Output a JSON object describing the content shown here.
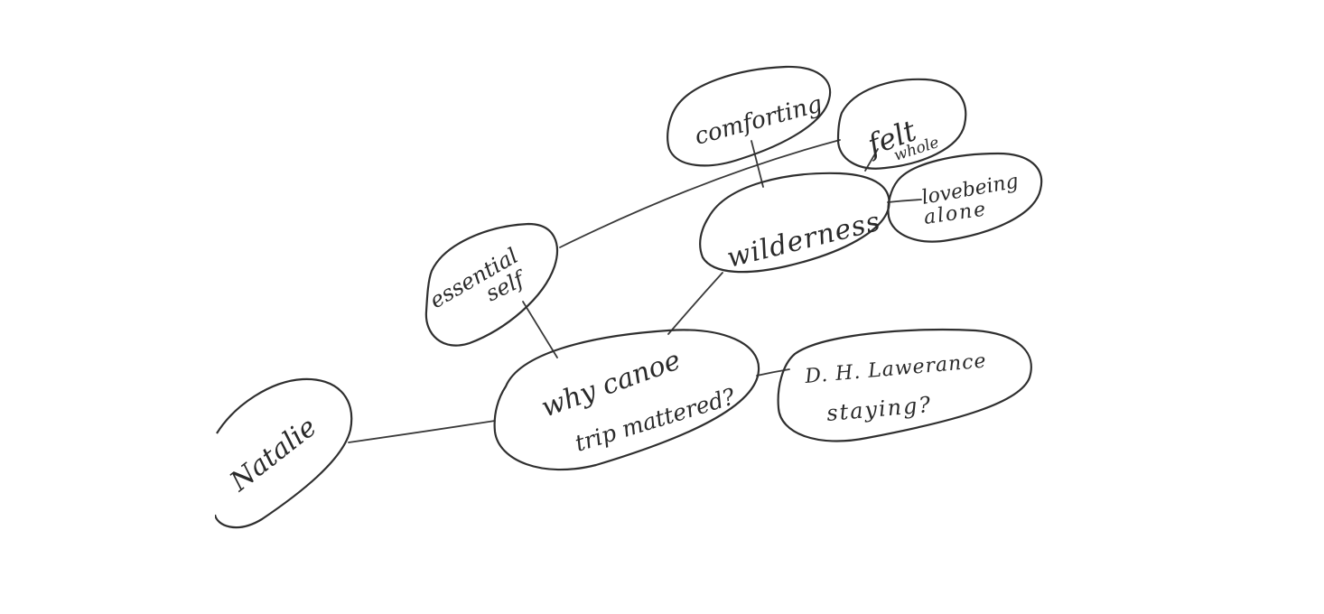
{
  "diagram": {
    "type": "mind-map",
    "ink_color": "#2f2f2f",
    "paper_color": "#ffffff",
    "nodes": {
      "center": {
        "line1": "why canoe",
        "line2": "trip mattered?"
      },
      "natalie": {
        "label": "Natalie"
      },
      "essential_self": {
        "line1": "essential",
        "line2": "self"
      },
      "wilderness": {
        "label": "wilderness"
      },
      "comforting": {
        "label": "comforting"
      },
      "felt_whole": {
        "line1": "felt",
        "line2": "whole"
      },
      "love_being_alone": {
        "line1": "lovebeing",
        "line2": "alone"
      },
      "dh_lawrence": {
        "line1": "D. H. Lawerance",
        "line2": "staying?"
      }
    },
    "edges": [
      {
        "from": "center",
        "to": "natalie"
      },
      {
        "from": "center",
        "to": "essential_self"
      },
      {
        "from": "center",
        "to": "wilderness"
      },
      {
        "from": "center",
        "to": "dh_lawrence"
      },
      {
        "from": "wilderness",
        "to": "comforting"
      },
      {
        "from": "wilderness",
        "to": "felt_whole"
      },
      {
        "from": "wilderness",
        "to": "love_being_alone"
      },
      {
        "from": "essential_self",
        "to": "felt_whole"
      }
    ]
  }
}
